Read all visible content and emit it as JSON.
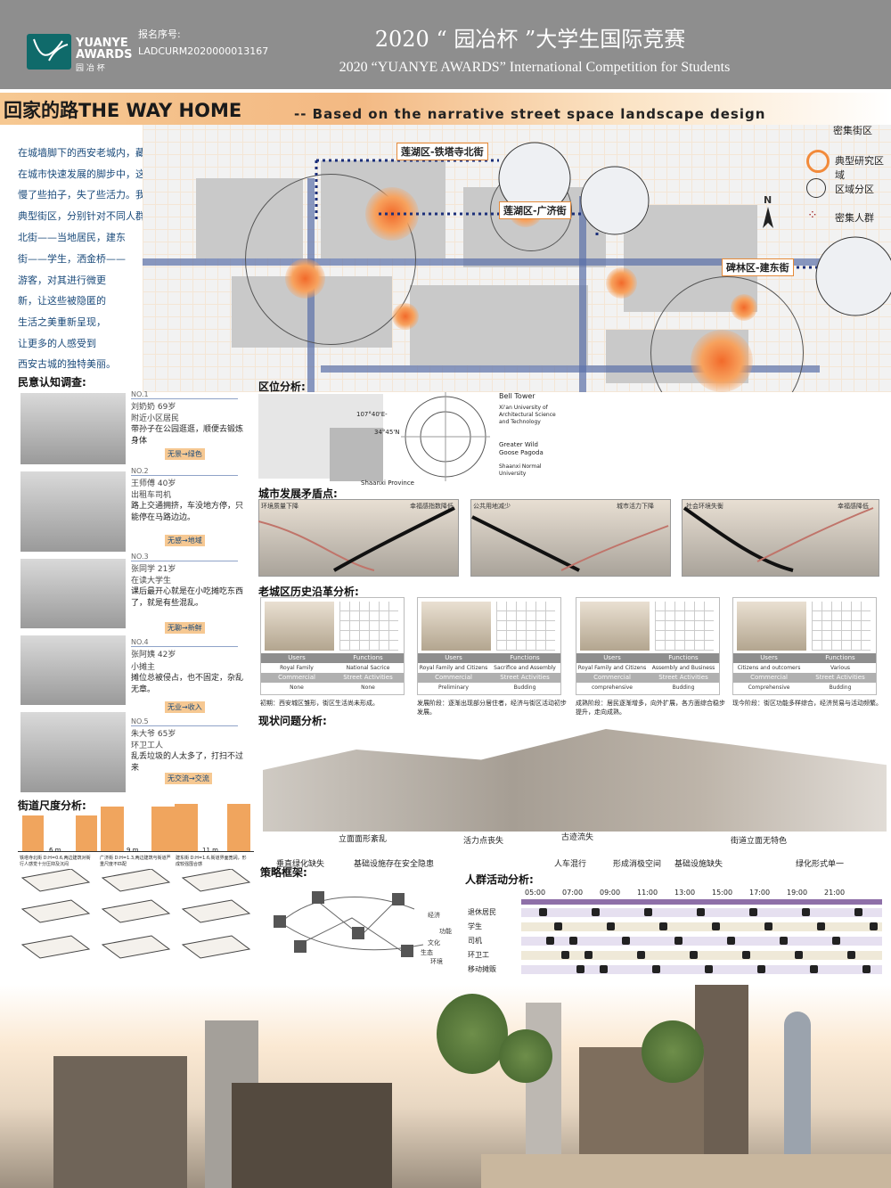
{
  "header": {
    "logo_text": "YUANYE AWARDS",
    "logo_cn": "园 冶 杯",
    "reg_label": "报名序号:",
    "reg_no": "LADCURM2020000013167",
    "title_cn": "2020 “ 园冶杯 ”大学生国际竞赛",
    "title_en": "2020 “YUANYE AWARDS” International Competition for  Students"
  },
  "banner": {
    "title": "回家的路THE WAY HOME",
    "subtitle": "-- Based on the narrative street space landscape design"
  },
  "intro": [
    "在城墙脚下的西安老城内，藏着许多惬意闲适的生活乐土。",
    "在城市快速发展的脚步中，这些质朴而真实的生活，",
    "慢了些拍子，失了些活力。我们通过选取三类",
    "典型街区，分别针对不同人群：铁塔寺",
    "北街——当地居民，建东",
    "街——学生，洒金桥——",
    "游客，对其进行微更",
    "新，让这些被隐匿的",
    "生活之美重新呈现，",
    "让更多的人感受到",
    "西安古城的独特美丽。"
  ],
  "map": {
    "labels": [
      "莲湖区-铁塔寺北街",
      "莲湖区-广济街",
      "碑林区-建东街"
    ],
    "legend": [
      "密集街区",
      "典型研究区域",
      "区域分区",
      "密集人群"
    ],
    "compass": "N"
  },
  "sections": {
    "survey": "民意认知调查:",
    "location": "区位分析:",
    "conflict": "城市发展矛盾点:",
    "history": "老城区历史沿革分析:",
    "problems": "现状问题分析:",
    "scale": "街道尺度分析:",
    "strategy": "策略框架:",
    "activity": "人群活动分析:"
  },
  "survey": [
    {
      "no": "NO.1",
      "name": "刘奶奶 69岁",
      "role": "附近小区居民",
      "quote": "带孙子在公园逛逛，顺便去锻炼身体",
      "chip": "无景→绿色"
    },
    {
      "no": "NO.2",
      "name": "王师傅 40岁",
      "role": "出租车司机",
      "quote": "路上交通拥挤，车没地方停，只能停在马路边边。",
      "chip": "无感→地域"
    },
    {
      "no": "NO.3",
      "name": "张同学 21岁",
      "role": "在读大学生",
      "quote": "课后最开心就是在小吃摊吃东西了，就是有些混乱。",
      "chip": "无聊→新鲜"
    },
    {
      "no": "NO.4",
      "name": "张阿姨 42岁",
      "role": "小摊主",
      "quote": "摊位总被侵占，也不固定，杂乱无章。",
      "chip": "无业→收入"
    },
    {
      "no": "NO.5",
      "name": "朱大爷 65岁",
      "role": "环卫工人",
      "quote": "乱丢垃圾的人太多了，打扫不过来",
      "chip": "无交流→交流"
    }
  ],
  "location": {
    "places": [
      "Bell Tower",
      "Xi'an University of Architectural Science and Technology",
      "Greater Wild Goose Pagoda",
      "Shaanxi Normal University"
    ],
    "province": "Shaanxi Province",
    "coords": [
      "107°40'E-",
      "34°45'N"
    ]
  },
  "conflict": {
    "panels": [
      {
        "left": "环境质量下降",
        "right": "幸福感指数降低"
      },
      {
        "left": "公共用地减少",
        "right": "城市活力下降"
      },
      {
        "left": "社会环境失衡",
        "right": "幸福感降低"
      }
    ]
  },
  "history": [
    {
      "users": "Royal Family",
      "functions": "National Sacrice",
      "intervention": "None",
      "activities": "None",
      "caption": "初期：西安城区雏形，街区生活尚未形成。"
    },
    {
      "users": "Royal Family and Citizens",
      "functions": "Sacrifice and Assembly",
      "intervention": "Preliminary",
      "activities": "Budding",
      "caption": "发展阶段：逐渐出现部分居住者，经济与街区活动初步发展。"
    },
    {
      "users": "Royal Family and Citizens",
      "functions": "Assembly and Business",
      "intervention": "comprehensive",
      "activities": "Budding",
      "caption": "成熟阶段：居民逐渐增多，向外扩展，各方面综合稳步提升，走向成熟。"
    },
    {
      "users": "Citizens and outcomers",
      "functions": "Various",
      "intervention": "Comprehensive",
      "activities": "Budding",
      "caption": "现今阶段：街区功能多样综合，经济贸易与活动频繁。"
    }
  ],
  "history_headers": {
    "users": "Users",
    "functions": "Functions",
    "intervention": "Commercial Intervention",
    "activities": "Street Activities"
  },
  "problems": [
    "立面面形紊乱",
    "垂直绿化缺失",
    "基础设施存在安全隐患",
    "活力点丧失",
    "古迹流失",
    "人车混行",
    "形成消极空间",
    "基础设施缺失",
    "街道立面无特色",
    "绿化形式单一"
  ],
  "scale": {
    "captions": [
      "铁塔寺北街 D:H=0.6,两边建筑对街行人感觉十分压抑及沉闷",
      "广济街 D:H=1.3,两边建筑与街道严重尺度不匹配",
      "建东街 D:H=1.6,街道界面宽阔，形成较强围合感"
    ],
    "widths": [
      "6 m",
      "9 m",
      "11 m"
    ]
  },
  "strategy": {
    "labels": [
      "经济",
      "功能",
      "文化",
      "生态",
      "环境"
    ]
  },
  "activity": {
    "times": [
      "05:00",
      "07:00",
      "09:00",
      "11:00",
      "13:00",
      "15:00",
      "17:00",
      "19:00",
      "21:00"
    ],
    "groups": [
      "退休居民",
      "学生",
      "司机",
      "环卫工",
      "移动摊贩"
    ]
  }
}
